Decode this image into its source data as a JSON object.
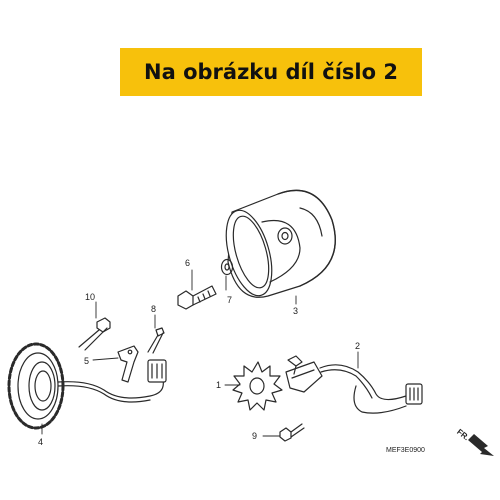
{
  "banner": {
    "text": "Na obrázku díl číslo 2",
    "color": "#f7c10c"
  },
  "callouts": [
    "1",
    "2",
    "3",
    "4",
    "5",
    "6",
    "7",
    "8",
    "9",
    "10"
  ],
  "diagram_code": "MEF3E0900",
  "direction_label": "FR."
}
